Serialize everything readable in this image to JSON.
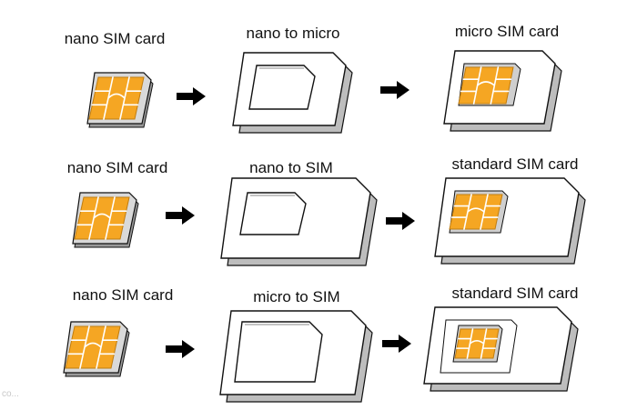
{
  "colors": {
    "chip": "#f5a623",
    "chip_line": "#ffffff",
    "card_fill": "#ffffff",
    "card_edge": "#111111",
    "card_shadow": "#9a9a9a",
    "arrow": "#000000"
  },
  "rows": [
    {
      "source_label": "nano SIM card",
      "adapter_label": "nano to micro",
      "result_label": "micro SIM card"
    },
    {
      "source_label": "nano SIM card",
      "adapter_label": "nano to SIM",
      "result_label": "standard SIM card"
    },
    {
      "source_label": "nano SIM card",
      "adapter_label": "micro to SIM",
      "result_label": "standard SIM card"
    }
  ],
  "watermark": "co..."
}
